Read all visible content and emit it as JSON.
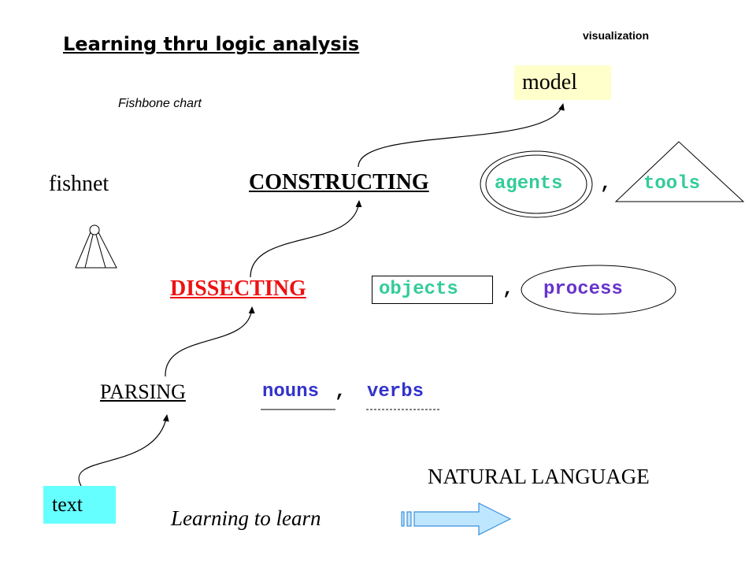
{
  "title": "Learning thru logic analysis",
  "visualization_label": "visualization",
  "fishbone_label": "Fishbone chart",
  "model_label": "model",
  "fishnet_label": "fishnet",
  "levels": {
    "constructing": "CONSTRUCTING",
    "dissecting": "DISSECTING",
    "parsing": "PARSING"
  },
  "constructing_items": {
    "agents": "agents",
    "separator": ",",
    "tools": "tools"
  },
  "dissecting_items": {
    "objects": "objects",
    "separator": ",",
    "process": "process"
  },
  "parsing_items": {
    "nouns": "nouns",
    "separator": ",",
    "verbs": "verbs"
  },
  "natural_language_label": "NATURAL LANGUAGE",
  "text_label": "text",
  "learning_to_learn_label": "Learning to learn",
  "colors": {
    "model_fill": "#ffffcc",
    "text_fill": "#66ffff",
    "dissecting": "#ee1111",
    "agents_tools_objects": "#33cc99",
    "process": "#6633cc",
    "nouns_verbs": "#3333cc",
    "arrow_fill": "#bfe6ff",
    "arrow_stroke": "#3b8fd9"
  }
}
